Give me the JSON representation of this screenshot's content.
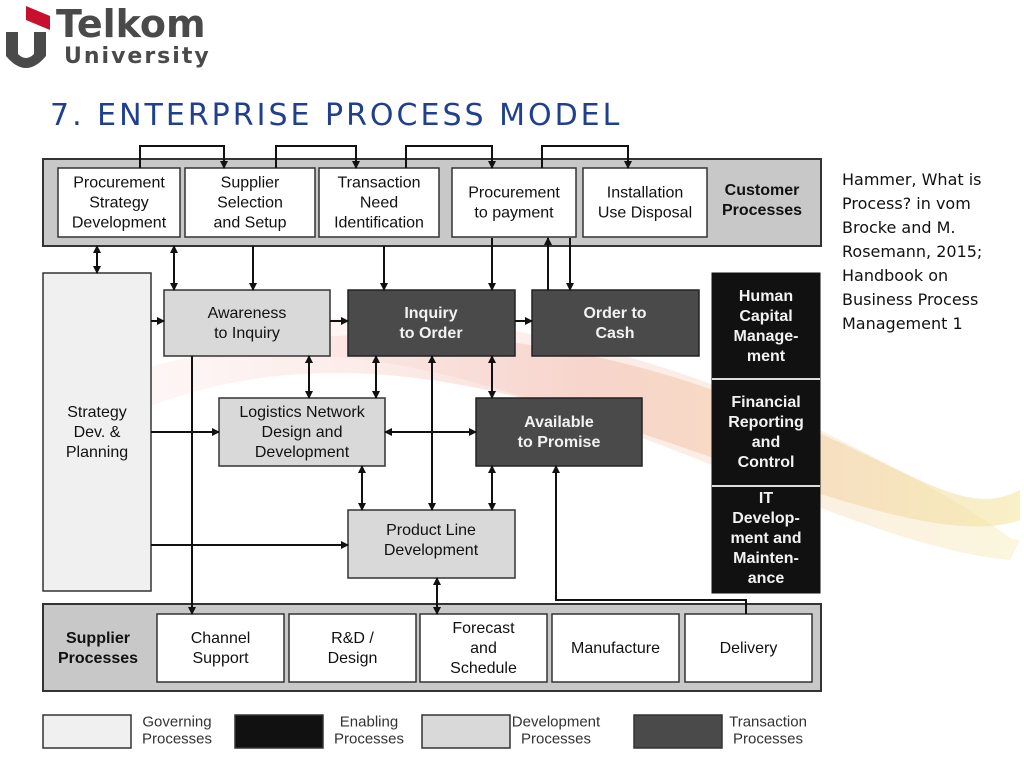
{
  "header": {
    "logo_line1": "Telkom",
    "logo_line2": "University",
    "title": "7. ENTERPRISE PROCESS MODEL"
  },
  "citation": [
    "Hammer, What is",
    "Process? in vom",
    "Brocke and M.",
    "Rosemann, 2015;",
    "Handbook on",
    "Business Process",
    "Management 1"
  ],
  "diagram": {
    "customer_group_label": [
      "Customer",
      "Processes"
    ],
    "customer_boxes": [
      [
        "Procurement",
        "Strategy",
        "Development"
      ],
      [
        "Supplier",
        "Selection",
        "and Setup"
      ],
      [
        "Transaction",
        "Need",
        "Identification"
      ],
      [
        "Procurement",
        "to payment"
      ],
      [
        "Installation",
        "Use Disposal"
      ]
    ],
    "strategy_box": [
      "Strategy",
      "Dev. &",
      "Planning"
    ],
    "awareness": [
      "Awareness",
      "to Inquiry"
    ],
    "inquiry": [
      "Inquiry",
      "to Order"
    ],
    "order_cash": [
      "Order to",
      "Cash"
    ],
    "logistics": [
      "Logistics Network",
      "Design and",
      "Development"
    ],
    "available": [
      "Available",
      "to Promise"
    ],
    "product_line": [
      "Product Line",
      "Development"
    ],
    "enabling": [
      [
        "Human",
        "Capital",
        "Manage-",
        "ment"
      ],
      [
        "Financial",
        "Reporting",
        "and",
        "Control"
      ],
      [
        "IT",
        "Develop-",
        "ment and",
        "Mainten-",
        "ance"
      ]
    ],
    "supplier_group_label": [
      "Supplier",
      "Processes"
    ],
    "supplier_boxes": [
      [
        "Channel",
        "Support"
      ],
      [
        "R&D /",
        "Design"
      ],
      [
        "Forecast",
        "and",
        "Schedule"
      ],
      [
        "Manufacture"
      ],
      [
        "Delivery"
      ]
    ],
    "legend": [
      {
        "label": [
          "Governing",
          "Processes"
        ],
        "color": "#f0f0f0"
      },
      {
        "label": [
          "Enabling",
          "Processes"
        ],
        "color": "#111111"
      },
      {
        "label": [
          "Development",
          "Processes"
        ],
        "color": "#d9d9d9"
      },
      {
        "label": [
          "Transaction",
          "Processes"
        ],
        "color": "#4a4a4a"
      }
    ]
  },
  "colors": {
    "title": "#1f3f8f",
    "logo_red": "#c8102e",
    "logo_gray": "#4a4a4a",
    "group_fill": "#c8c8c8",
    "governing": "#f0f0f0",
    "development": "#d9d9d9",
    "transaction": "#4a4a4a",
    "enabling": "#111111"
  }
}
